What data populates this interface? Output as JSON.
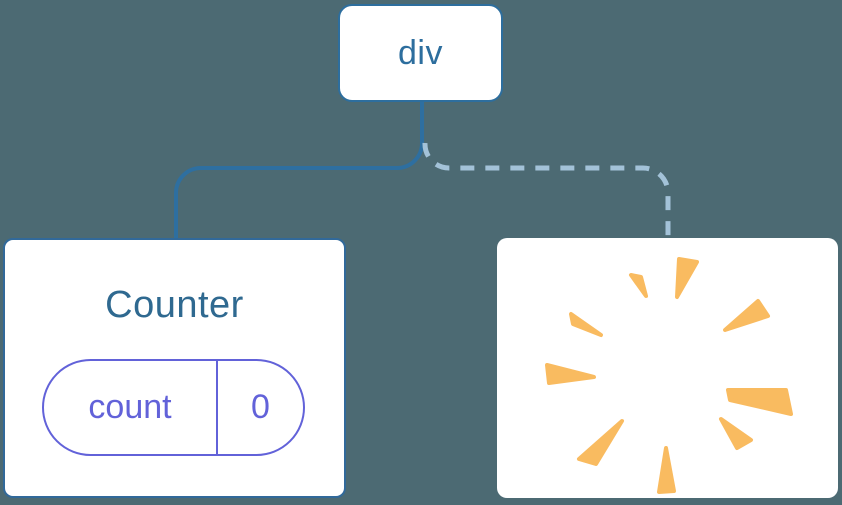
{
  "root_node": {
    "label": "div"
  },
  "counter_component": {
    "title": "Counter",
    "state": {
      "name": "count",
      "value": "0"
    }
  },
  "removed_component": {
    "icon": "poof-burst"
  },
  "colors": {
    "background": "#4C6A73",
    "card_background": "#FFFFFF",
    "root_accent": "#2D6E9E",
    "solid_connector": "#2E6FA0",
    "dashed_connector": "#A3C2D8",
    "counter_border": "#31699A",
    "counter_title": "#2F6990",
    "state_accent": "#6262D9",
    "poof": "#F9BB60"
  }
}
